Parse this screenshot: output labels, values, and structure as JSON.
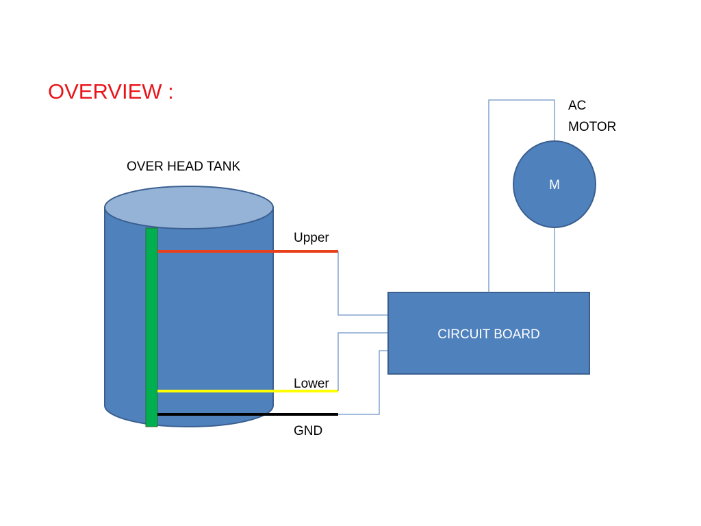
{
  "slide": {
    "title": "OVERVIEW :"
  },
  "tank": {
    "label": "OVER HEAD TANK"
  },
  "wires": {
    "upper": "Upper",
    "lower": "Lower",
    "gnd": "GND"
  },
  "motor": {
    "label_line1": "AC",
    "label_line2": "MOTOR",
    "symbol": "M"
  },
  "board": {
    "label": "CIRCUIT BOARD"
  },
  "colors": {
    "title": "#e8141a",
    "tank_body": "#4f81bd",
    "tank_top": "#95b3d7",
    "outline": "#3a5f8f",
    "probe": "#00b050",
    "upper_wire": "#e8401a",
    "lower_wire": "#ffff00",
    "gnd_wire": "#000000",
    "connector": "#6d95c8"
  }
}
